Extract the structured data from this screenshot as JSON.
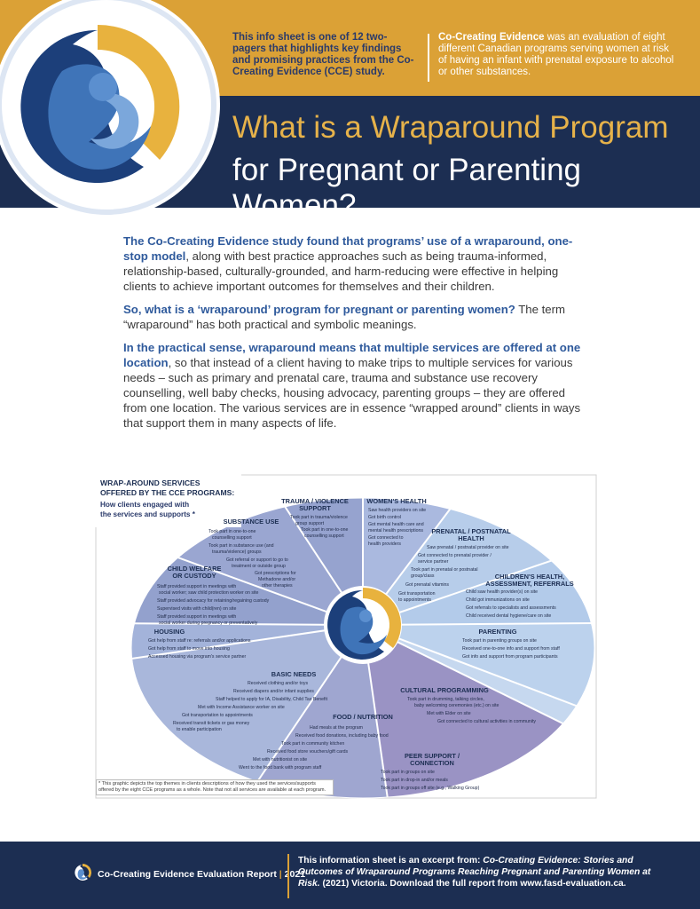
{
  "header": {
    "intro_left_a": "This info sheet is one of 12 two-pagers that highlights key findings and promising practices from the ",
    "intro_left_b": "Co-Creating Evidence",
    "intro_left_c": " (CCE) study.",
    "intro_right_a": "Co-Creating Evidence",
    "intro_right_b": " was an evaluation of eight different Canadian programs serving women at risk of having an infant with prenatal exposure to alcohol or other substances.",
    "title_line1": "What is a Wraparound Program",
    "title_line2": "for Pregnant or Parenting Women?"
  },
  "body": {
    "p1_lead": "The Co-Creating Evidence study found that programs’ use of a wraparound, one-stop model",
    "p1_rest": ", along with best practice approaches such as being trauma-informed, relationship-based, culturally-grounded, and harm-reducing were effective in helping clients to achieve important outcomes for themselves and their children.",
    "p2_lead": "So, what is a ‘wraparound’ program for pregnant or parenting women?",
    "p2_rest": " The term “wraparound” has both practical and symbolic meanings.",
    "p3_lead": "In the practical sense, wraparound means that multiple services are offered at one location",
    "p3_rest": ", so that instead of a client having to make trips to multiple services for various needs – such as primary and prenatal care, trauma and substance use recovery counselling, well baby checks, housing advocacy, parenting groups – they are offered from one location. The various services are in essence “wrapped around” clients in ways that support them in many aspects of life."
  },
  "graphic": {
    "heading_l1": "WRAP-AROUND SERVICES",
    "heading_l2": "OFFERED BY THE CCE PROGRAMS:",
    "sub_l1": "How clients engaged with",
    "sub_l2": "the services and supports *",
    "trauma": {
      "t1": "TRAUMA / VIOLENCE",
      "t2": "SUPPORT",
      "i1": "Took part in trauma/violence",
      "i2": "group support",
      "i3": "Took part in one-to-one",
      "i4": "counselling support"
    },
    "substance": {
      "t1": "SUBSTANCE USE",
      "i1": "Took part in one-to-one",
      "i2": "counselling support",
      "i3": "Took part in substance use (and",
      "i4": "trauma/violence) groups",
      "i5": "Got referral or support to go to",
      "i6": "treatment or outside group",
      "i7": "Got prescriptions for",
      "i8": "Methadone and/or",
      "i9": "other therapies"
    },
    "child": {
      "t1": "CHILD WELFARE",
      "t2": "OR CUSTODY",
      "i1": "Staff provided support in meetings with",
      "i2": "social worker; saw child protection worker on site",
      "i3": "Staff provided advocacy for retaining/regaining custody",
      "i4": "Supervised visits with child(ren) on site",
      "i5": "Staff provided support in meetings with",
      "i6": "social worker during pregnancy or preventatively"
    },
    "housing": {
      "t1": "HOUSING",
      "i1": "Got help from staff re: referrals and/or applications",
      "i2": "Got help from staff to move into housing",
      "i3": "Accessed housing via program's service partner"
    },
    "basic": {
      "t1": "BASIC NEEDS",
      "i1": "Received clothing and/or toys",
      "i2": "Received diapers and/or infant supplies",
      "i3": "Staff helped to apply for IA, Disability, Child Tax Benefit",
      "i4": "Met with Income Assistance worker on site",
      "i5": "Got transportation to appointments",
      "i6": "Received transit tickets or gas money",
      "i7": "to enable participation"
    },
    "food": {
      "t1": "FOOD / NUTRITION",
      "i1": "Had meals at the program",
      "i2": "Received food donations, including baby food",
      "i3": "Took part in community kitchen",
      "i4": "Received food store vouchers/gift cards",
      "i5": "Met with nutritionist on site",
      "i6": "Went to the food bank with program staff"
    },
    "peer": {
      "t1": "PEER SUPPORT /",
      "t2": "CONNECTION",
      "i1": "Took part in groups on site",
      "i2": "Took part in drop-in and/or meals",
      "i3": "Took part in groups off site (e.g., Walking Group)"
    },
    "cultural": {
      "t1": "CULTURAL PROGRAMMING",
      "i1": "Took part in drumming, talking circles,",
      "i2": "baby welcoming ceremonies (etc.) on site",
      "i3": "Met with Elder on site",
      "i4": "Got connected to cultural activities in community"
    },
    "parenting": {
      "t1": "PARENTING",
      "i1": "Took part in parenting groups on site",
      "i2": "Received one-to-one info and support from staff",
      "i3": "Got info and support from program participants"
    },
    "childrens": {
      "t1": "CHILDREN'S HEALTH,",
      "t2": "ASSESSMENT, REFERRALS",
      "i1": "Child saw health provider(s) on site",
      "i2": "Child got immunizations on site",
      "i3": "Got referrals to specialists and assessments",
      "i4": "Child received dental hygiene/care on site"
    },
    "prenatal": {
      "t1": "PRENATAL / POSTNATAL",
      "t2": "HEALTH",
      "i1": "Saw prenatal / postnatal provider on site",
      "i2": "Got connected to prenatal provider /",
      "i3": "service partner",
      "i4": "Took part in prenatal or postnatal",
      "i5": "group/class",
      "i6": "Got prenatal vitamins",
      "i7": "Got transportation",
      "i8": "to appointments"
    },
    "womens": {
      "t1": "WOMEN'S HEALTH",
      "i1": "Saw health providers on site",
      "i2": "Got birth control",
      "i3": "Got mental health care and",
      "i4": "mental health prescriptions",
      "i5": "Got connected to",
      "i6": "health providers"
    },
    "note": "* This graphic depicts the top themes in clients descriptions of how they used the services/supports offered by the eight CCE programs as a whole. Note that not all services are available at each program."
  },
  "footer": {
    "left_text": "Co-Creating Evidence Evaluation Report",
    "left_sep": "|",
    "left_year": "2021",
    "right_a": "This information sheet is an excerpt from: ",
    "right_b": "Co-Creating Evidence: Stories and Outcomes of Wraparound Programs Reaching Pregnant and Parenting Women at Risk.",
    "right_c": " (2021) Victoria. Download the full report from www.fasd-evaluation.ca."
  },
  "colors": {
    "gold": "#dba136",
    "navy": "#1c2e52",
    "blue_text": "#2f5a9c",
    "segment_dark": "#8e9cc7",
    "segment_mid": "#a7b6da",
    "segment_light": "#b9d0ec",
    "segment_purple": "#9a93c4"
  }
}
